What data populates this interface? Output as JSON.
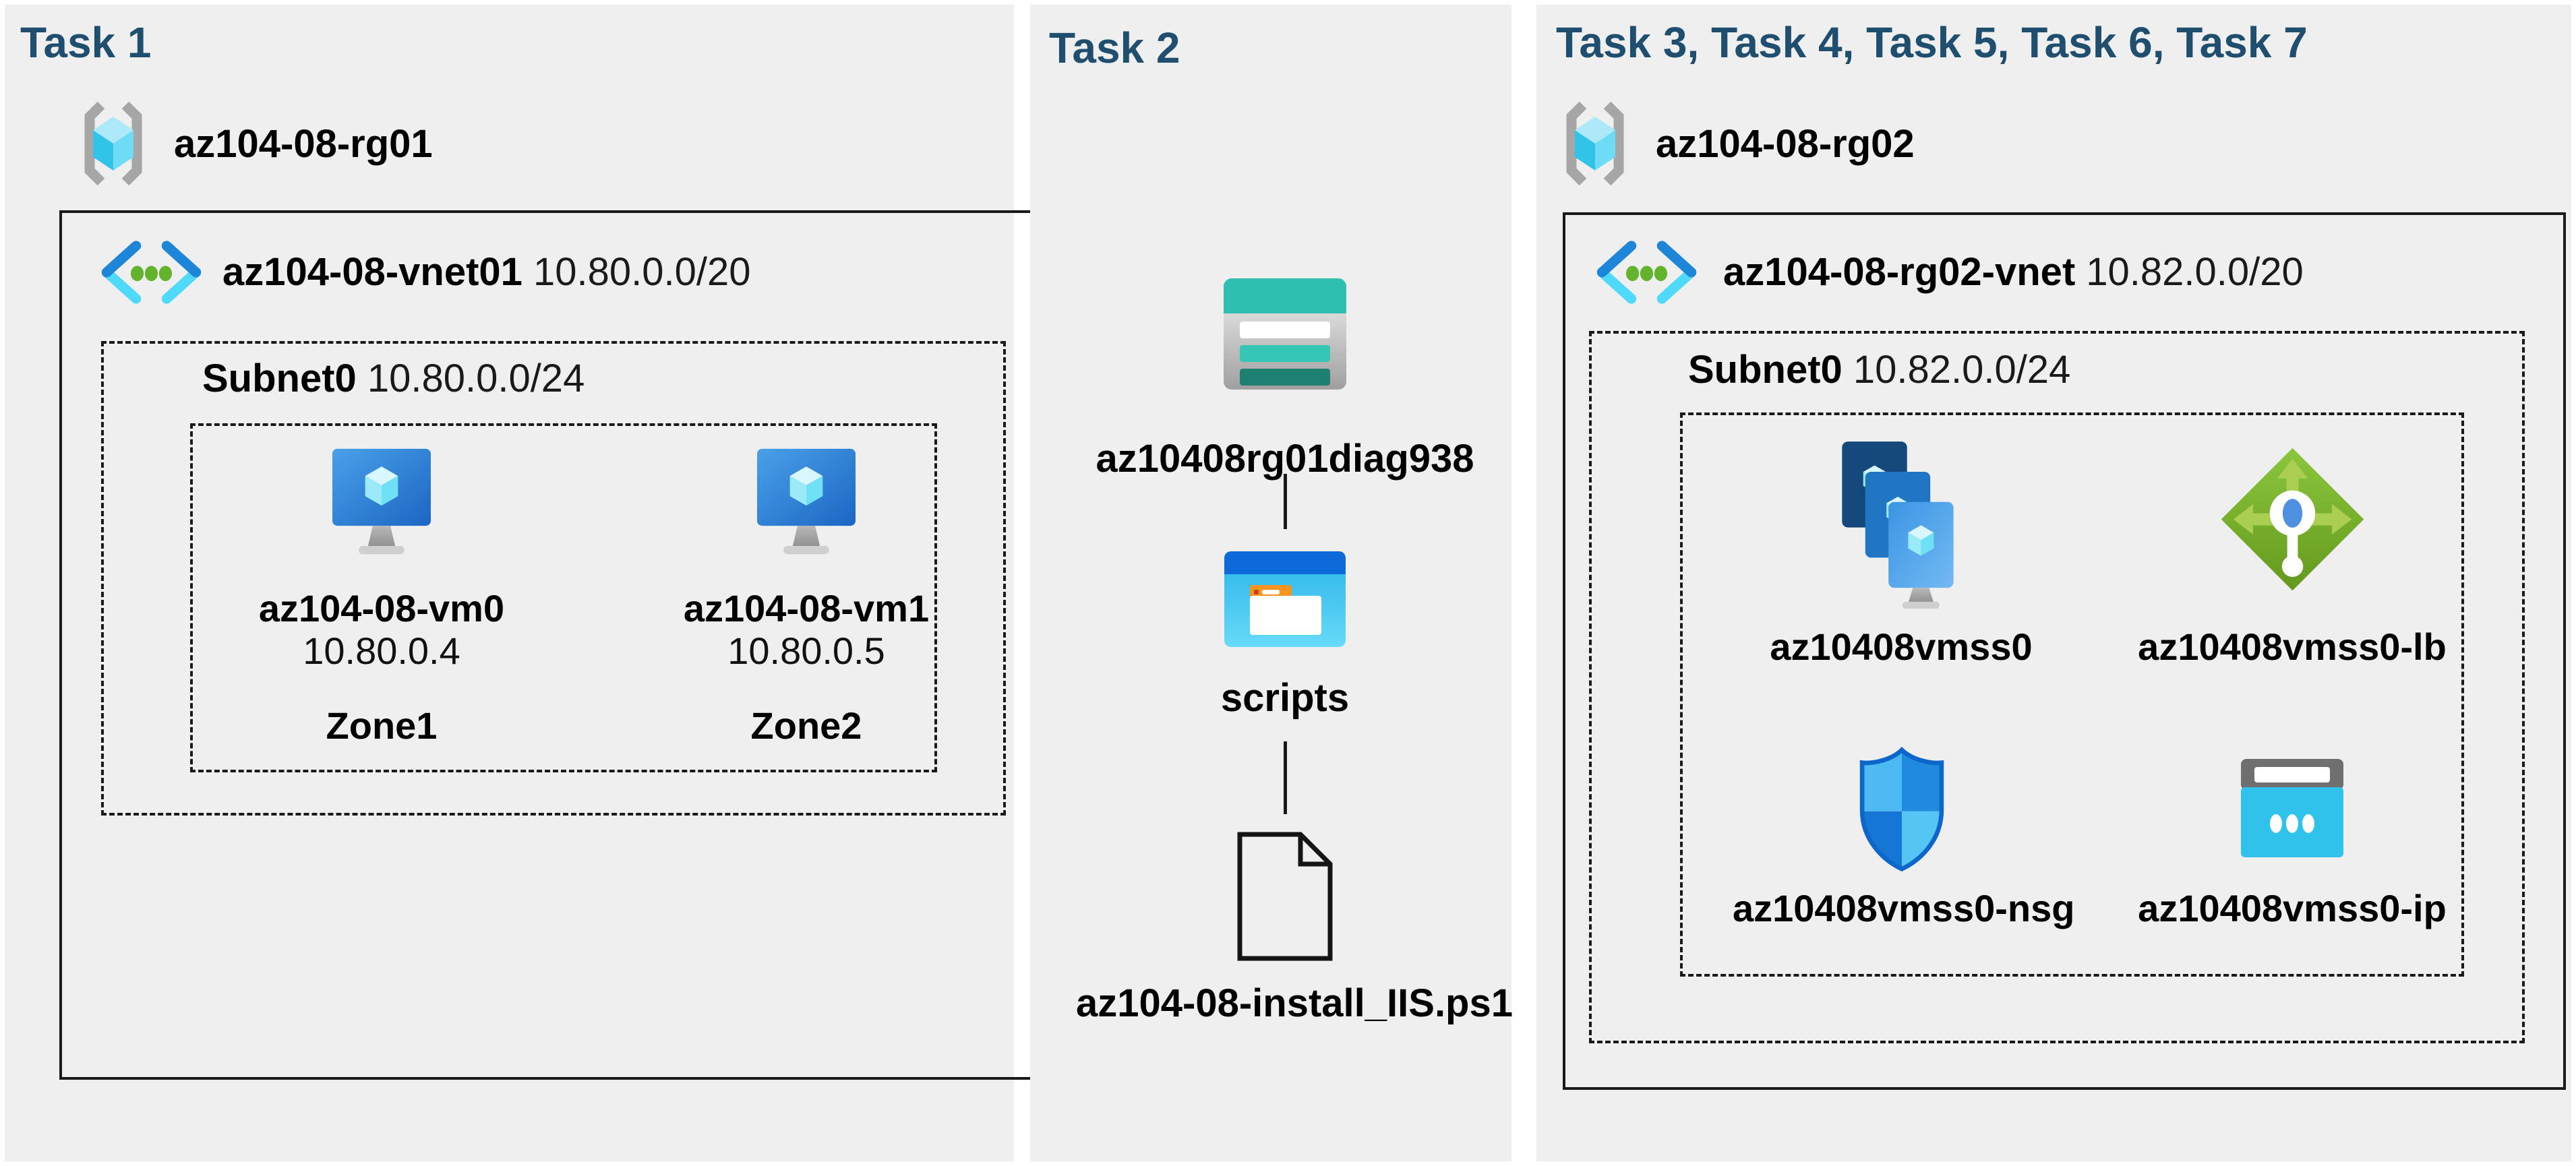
{
  "colors": {
    "header_blue": "#1f4e6e",
    "panel_gray": "#efefef",
    "box_line": "#1a1a1a",
    "vm_blue": "#2b7fd4",
    "vnet_cyan": "#4fd9fb",
    "lb_green": "#7ab82e",
    "storage_teal": "#2ebfae",
    "ip_cyan": "#2fc3ec"
  },
  "task1": {
    "header": "Task 1",
    "resource_group": {
      "name": "az104-08-rg01",
      "icon": "resource-group-icon"
    },
    "vnet": {
      "name": "az104-08-vnet01",
      "cidr": "10.80.0.0/20",
      "icon": "virtual-network-icon"
    },
    "subnet": {
      "name": "Subnet0",
      "cidr": "10.80.0.0/24"
    },
    "vms": [
      {
        "name": "az104-08-vm0",
        "ip": "10.80.0.4",
        "zone": "Zone1",
        "icon": "virtual-machine-icon"
      },
      {
        "name": "az104-08-vm1",
        "ip": "10.80.0.5",
        "zone": "Zone2",
        "icon": "virtual-machine-icon"
      }
    ]
  },
  "task2": {
    "header": "Task 2",
    "storage_account": {
      "name": "az10408rg01diag938",
      "icon": "storage-account-icon"
    },
    "folder": {
      "name": "scripts",
      "icon": "folder-window-icon"
    },
    "script_file": {
      "name": "az104-08-install_IIS.ps1",
      "icon": "file-icon"
    }
  },
  "task3": {
    "header": "Task 3, Task 4, Task 5, Task 6, Task 7",
    "resource_group": {
      "name": "az104-08-rg02",
      "icon": "resource-group-icon"
    },
    "vnet": {
      "name": "az104-08-rg02-vnet",
      "cidr": "10.82.0.0/20",
      "icon": "virtual-network-icon"
    },
    "subnet": {
      "name": "Subnet0",
      "cidr": "10.82.0.0/24"
    },
    "resources": [
      {
        "name": "az10408vmss0",
        "icon": "vm-scale-set-icon"
      },
      {
        "name": "az10408vmss0-lb",
        "icon": "load-balancer-icon"
      },
      {
        "name": "az10408vmss0-nsg",
        "icon": "network-security-group-icon"
      },
      {
        "name": "az10408vmss0-ip",
        "icon": "public-ip-icon"
      }
    ]
  }
}
